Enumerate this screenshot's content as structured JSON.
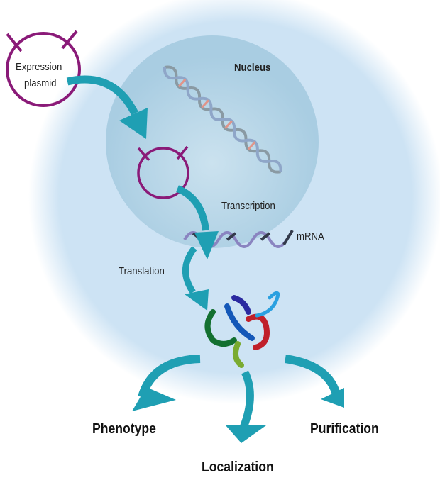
{
  "labels": {
    "plasmid_line1": "Expression",
    "plasmid_line2": "plasmid",
    "nucleus": "Nucleus",
    "transcription": "Transcription",
    "mrna": "mRNA",
    "translation": "Translation",
    "phenotype": "Phenotype",
    "localization": "Localization",
    "purification": "Purification"
  },
  "colors": {
    "cell": "#cde3f4",
    "nucleus": "#b3d3e6",
    "plasmid": "#8a1a78",
    "arrow": "#1f9fb3",
    "mrna": "#8a84c0"
  }
}
